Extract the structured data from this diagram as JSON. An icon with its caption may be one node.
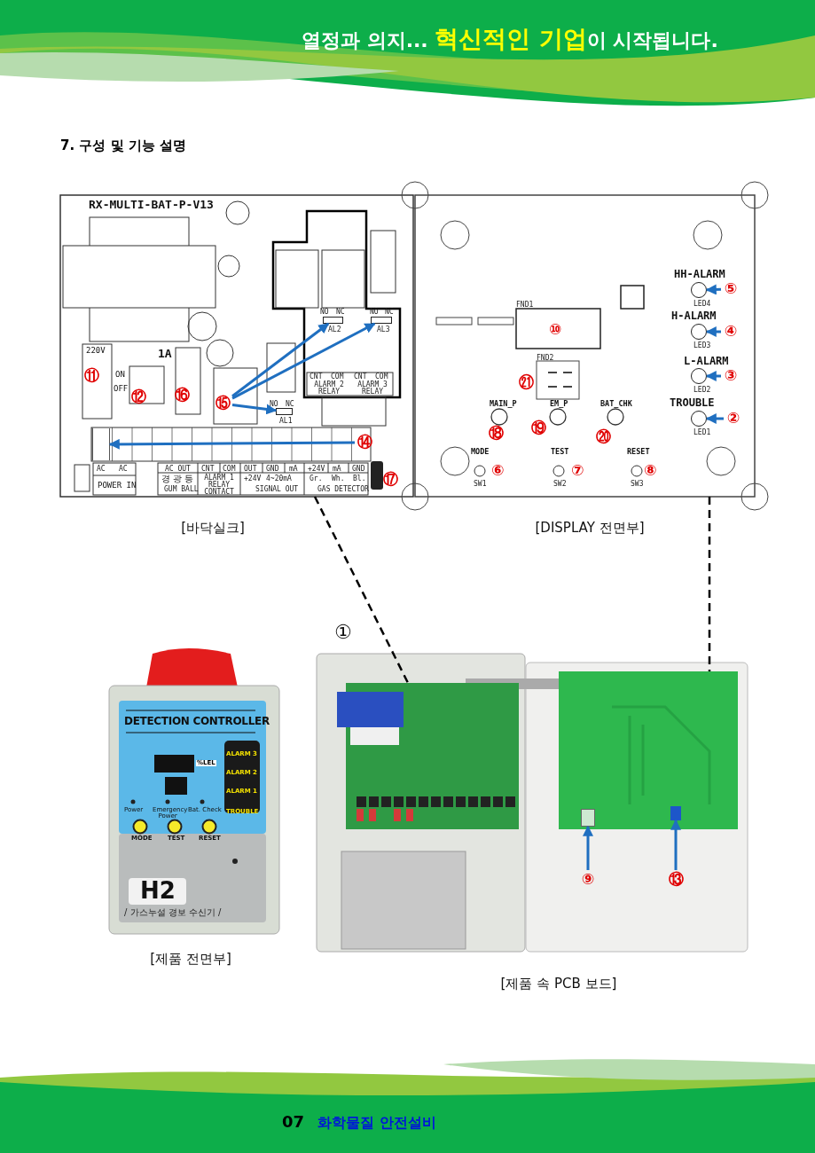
{
  "diagram": {
    "title": "7. 구성 및 기능 설명",
    "nodes": [
      {
        "text": [],
        "shape": "picture",
        "beside": [
          "[바닥실크]"
        ]
      },
      {
        "text": [],
        "shape": "picture",
        "beside": [
          "[DISPLAY 전면부]"
        ]
      },
      {
        "text": [],
        "shape": "picture",
        "beside": [
          "[제품 전면부]"
        ]
      },
      {
        "text": [],
        "shape": "picture",
        "beside": [
          "[제품 속 PCB 보드]"
        ]
      },
      {
        "text": [],
        "shape": "picture",
        "in": 3
      },
      {
        "text": [],
        "shape": "picture",
        "in": 3
      },
      {
        "text": [
          "⑭"
        ],
        "in": 0
      },
      {
        "text": [],
        "shape": "box",
        "in": 0
      },
      {
        "text": [
          "⑮"
        ],
        "in": 0
      },
      {
        "text": [],
        "shape": "box",
        "in": 0
      },
      {
        "text": [],
        "shape": "box",
        "in": 0
      },
      {
        "text": [],
        "shape": "box",
        "in": 0
      },
      {
        "text": [
          "⑤"
        ],
        "in": 1
      },
      {
        "text": [],
        "shape": "circle",
        "in": 1
      },
      {
        "text": [
          "④"
        ],
        "in": 1
      },
      {
        "text": [],
        "shape": "circle",
        "in": 1
      },
      {
        "text": [
          "③"
        ],
        "in": 1
      },
      {
        "text": [],
        "shape": "circle",
        "in": 1
      },
      {
        "text": [
          "②"
        ],
        "in": 1
      },
      {
        "text": [],
        "shape": "circle",
        "in": 1
      },
      {
        "text": [
          "⑨"
        ],
        "in": 3
      },
      {
        "text": [
          "⑬"
        ],
        "in": 3
      },
      {
        "text": [],
        "shape": "picture",
        "in": 5
      },
      {
        "text": [],
        "shape": "picture",
        "in": 5
      }
    ],
    "edges": [
      {
        "from": 6,
        "to": 7,
        "arrow": "to"
      },
      {
        "from": 8,
        "to": 9,
        "arrow": "to"
      },
      {
        "from": 8,
        "to": 10,
        "arrow": "to"
      },
      {
        "from": 8,
        "to": 11,
        "arrow": "to"
      },
      {
        "from": 12,
        "to": 13,
        "arrow": "to"
      },
      {
        "from": 14,
        "to": 15,
        "arrow": "to"
      },
      {
        "from": 16,
        "to": 17,
        "arrow": "to"
      },
      {
        "from": 18,
        "to": 19,
        "arrow": "to"
      },
      {
        "from": 20,
        "to": 22,
        "arrow": "to"
      },
      {
        "from": 21,
        "to": 23,
        "arrow": "to"
      },
      {
        "from": 0,
        "to": 4,
        "arrow": "none",
        "style": "dashed",
        "color": "#000000"
      },
      {
        "from": 1,
        "to": 5,
        "arrow": "none",
        "style": "dashed",
        "color": "#000000"
      }
    ],
    "labels": [
      "열정과 의지... **혁신적인 기업**이 시작됩니다.",
      "RX-MULTI-BAT-P-V13",
      "220V",
      "ON",
      "OFF",
      "1A",
      "NO",
      "NC",
      "AL2",
      "NO",
      "NC",
      "AL3",
      "CNT",
      "COM",
      "CNT",
      "COM",
      "ALARM 2 RELAY",
      "ALARM 3 RELAY",
      "NO",
      "NC",
      "AL1",
      "AC",
      "AC",
      "POWER IN",
      "AC OUT",
      "CNT",
      "COM",
      "OUT",
      "GND",
      "mA",
      "+24V",
      "mA",
      "GND",
      "경 광 등",
      "GUM BALL",
      "ALARM 1 RELAY CONTACT",
      "+24V",
      "4~20mA",
      "SIGNAL OUT",
      "Gr.",
      "Wh.",
      "Bl.",
      "GAS DETECTOR",
      "⑪",
      "⑫",
      "⑯",
      "⑰",
      "HH-ALARM",
      "LED4",
      "H-ALARM",
      "LED3",
      "L-ALARM",
      "LED2",
      "TROUBLE",
      "LED1",
      "FND1",
      "FND2",
      "⑩",
      "㉑",
      "MAIN_P",
      "EM_P",
      "BAT_CHK",
      "⑱",
      "⑲",
      "⑳",
      "MODE",
      "TEST",
      "RESET",
      "SW1",
      "SW2",
      "SW3",
      "⑥",
      "⑦",
      "⑧",
      "DETECTION CONTROLLER",
      "%LEL",
      "ALARM 3",
      "ALARM 2",
      "ALARM 1",
      "Power",
      "Emergency Power",
      "Bat. Check",
      "TROUBLE",
      "MODE",
      "TEST",
      "RESET",
      "H2",
      "/ 가스누설 경보 수신기 /",
      "①",
      "07",
      "화학물질 안전설비"
    ]
  }
}
